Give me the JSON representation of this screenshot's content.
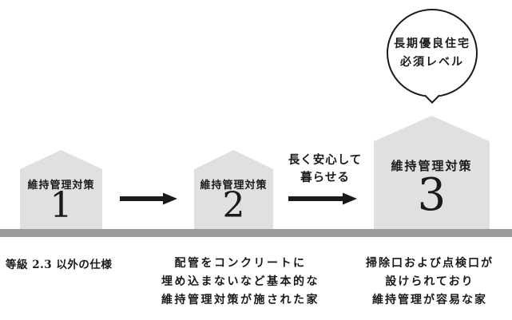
{
  "colors": {
    "background": "#ffffff",
    "house_fill": "#e0e0e0",
    "ground_bar": "#9b9b9b",
    "ink": "#1a1a1a"
  },
  "callout": {
    "lines": [
      "長期優良住宅",
      "必須レベル"
    ]
  },
  "transition": {
    "lines": [
      "長く安心して",
      "暮らせる"
    ]
  },
  "houses": [
    {
      "label": "維持管理対策",
      "level": "1",
      "caption_lines": [
        "等級 2.3 以外の仕様"
      ]
    },
    {
      "label": "維持管理対策",
      "level": "2",
      "caption_lines": [
        "配管をコンクリートに",
        "埋め込まないなど基本的な",
        "維持管理対策が施された家"
      ]
    },
    {
      "label": "維持管理対策",
      "level": "3",
      "caption_lines": [
        "掃除口および点検口が",
        "設けられており",
        "維持管理が容易な家"
      ]
    }
  ]
}
